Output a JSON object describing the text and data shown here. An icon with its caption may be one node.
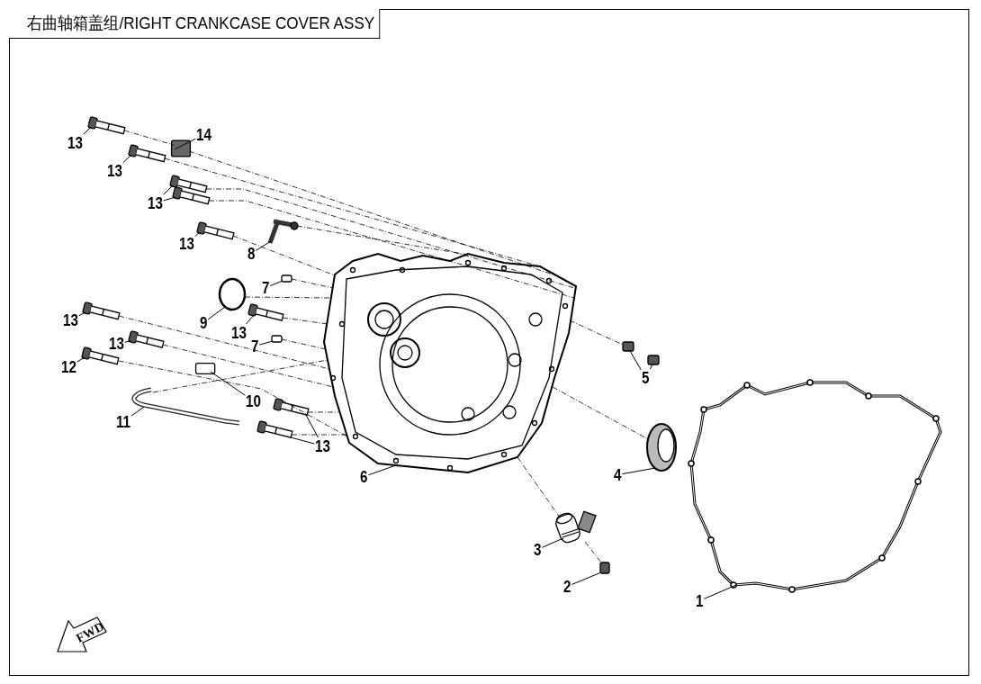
{
  "diagram": {
    "title": "右曲轴箱盖组/RIGHT CRANKCASE COVER ASSY",
    "nodes": [
      {
        "text": [
          "13"
        ]
      },
      {
        "text": [
          "14"
        ]
      },
      {
        "text": [
          "13"
        ]
      },
      {
        "text": [
          "13"
        ]
      },
      {
        "text": [
          "13"
        ]
      },
      {
        "text": [
          "8"
        ]
      },
      {
        "text": [
          "7"
        ]
      },
      {
        "text": [
          "9"
        ]
      },
      {
        "text": [
          "13"
        ]
      },
      {
        "text": [
          "13"
        ]
      },
      {
        "text": [
          "13"
        ]
      },
      {
        "text": [
          "7"
        ]
      },
      {
        "text": [
          "12"
        ]
      },
      {
        "text": [
          "10"
        ]
      },
      {
        "text": [
          "11"
        ]
      },
      {
        "text": [
          "5"
        ]
      },
      {
        "text": [
          "13"
        ]
      },
      {
        "text": [
          "4"
        ]
      },
      {
        "text": [
          "6"
        ]
      },
      {
        "text": [
          "3"
        ]
      },
      {
        "text": [
          "2"
        ]
      },
      {
        "text": [
          "1"
        ]
      },
      {
        "text": [
          "FWD"
        ]
      },
      {
        "text": [],
        "shape": "picture"
      },
      {
        "text": [],
        "shape": "box"
      },
      {
        "text": [],
        "shape": "picture"
      },
      {
        "text": [],
        "shape": "picture"
      },
      {
        "text": [],
        "shape": "picture"
      },
      {
        "text": [],
        "shape": "picture"
      },
      {
        "text": [],
        "shape": "picture"
      },
      {
        "text": [],
        "shape": "box"
      },
      {
        "text": [],
        "shape": "circle"
      },
      {
        "text": [],
        "shape": "picture"
      },
      {
        "text": [],
        "shape": "picture"
      },
      {
        "text": [],
        "shape": "picture"
      },
      {
        "text": [],
        "shape": "box"
      },
      {
        "text": [],
        "shape": "picture"
      },
      {
        "text": [],
        "shape": "box"
      },
      {
        "text": [],
        "shape": "picture"
      },
      {
        "text": [],
        "shape": "box"
      },
      {
        "text": [],
        "shape": "box"
      },
      {
        "text": [],
        "shape": "picture"
      },
      {
        "text": [],
        "shape": "picture"
      },
      {
        "text": [],
        "shape": "picture"
      },
      {
        "text": [],
        "shape": "picture"
      },
      {
        "text": [],
        "shape": "picture"
      },
      {
        "text": [],
        "shape": "box"
      },
      {
        "text": [],
        "shape": "picture"
      }
    ],
    "edges": [
      {
        "from": 0,
        "to": 23,
        "arrow": "none"
      },
      {
        "from": 1,
        "to": 24,
        "arrow": "none"
      },
      {
        "from": 2,
        "to": 25,
        "arrow": "none"
      },
      {
        "from": 3,
        "to": 26,
        "arrow": "none"
      },
      {
        "from": 3,
        "to": 27,
        "arrow": "none"
      },
      {
        "from": 4,
        "to": 28,
        "arrow": "none"
      },
      {
        "from": 5,
        "to": 29,
        "arrow": "none"
      },
      {
        "from": 6,
        "to": 30,
        "arrow": "none"
      },
      {
        "from": 7,
        "to": 31,
        "arrow": "none"
      },
      {
        "from": 8,
        "to": 32,
        "arrow": "none"
      },
      {
        "from": 9,
        "to": 33,
        "arrow": "none"
      },
      {
        "from": 10,
        "to": 34,
        "arrow": "none"
      },
      {
        "from": 11,
        "to": 35,
        "arrow": "none"
      },
      {
        "from": 12,
        "to": 36,
        "arrow": "none"
      },
      {
        "from": 13,
        "to": 37,
        "arrow": "none"
      },
      {
        "from": 14,
        "to": 38,
        "arrow": "none"
      },
      {
        "from": 15,
        "to": 39,
        "arrow": "none"
      },
      {
        "from": 15,
        "to": 40,
        "arrow": "none"
      },
      {
        "from": 16,
        "to": 41,
        "arrow": "none"
      },
      {
        "from": 16,
        "to": 42,
        "arrow": "none"
      },
      {
        "from": 17,
        "to": 43,
        "arrow": "none"
      },
      {
        "from": 18,
        "to": 44,
        "arrow": "none"
      },
      {
        "from": 19,
        "to": 45,
        "arrow": "none"
      },
      {
        "from": 20,
        "to": 46,
        "arrow": "none"
      },
      {
        "from": 21,
        "to": 47,
        "arrow": "none"
      },
      {
        "from": 23,
        "to": 24,
        "arrow": "none",
        "style": "dashed"
      },
      {
        "from": 25,
        "to": 44,
        "arrow": "none",
        "style": "dashed"
      },
      {
        "from": 24,
        "to": 44,
        "arrow": "none",
        "style": "dashed"
      },
      {
        "from": 26,
        "to": 44,
        "arrow": "none",
        "style": "dashed"
      },
      {
        "from": 27,
        "to": 44,
        "arrow": "none",
        "style": "dashed"
      },
      {
        "from": 28,
        "to": 44,
        "arrow": "none",
        "style": "dashed"
      },
      {
        "from": 29,
        "to": 44,
        "arrow": "none",
        "style": "dashed"
      },
      {
        "from": 30,
        "to": 44,
        "arrow": "none",
        "style": "dashed"
      },
      {
        "from": 31,
        "to": 44,
        "arrow": "none",
        "style": "dashed"
      },
      {
        "from": 33,
        "to": 44,
        "arrow": "none",
        "style": "dashed"
      },
      {
        "from": 35,
        "to": 44,
        "arrow": "none",
        "style": "dashed"
      },
      {
        "from": 32,
        "to": 44,
        "arrow": "none",
        "style": "dashed"
      },
      {
        "from": 34,
        "to": 44,
        "arrow": "none",
        "style": "dashed"
      },
      {
        "from": 36,
        "to": 44,
        "arrow": "none",
        "style": "dashed"
      },
      {
        "from": 38,
        "to": 44,
        "arrow": "none",
        "style": "dashed"
      },
      {
        "from": 41,
        "to": 44,
        "arrow": "none",
        "style": "dashed"
      },
      {
        "from": 42,
        "to": 44,
        "arrow": "none",
        "style": "dashed"
      },
      {
        "from": 44,
        "to": 39,
        "arrow": "none",
        "style": "dashed"
      },
      {
        "from": 44,
        "to": 43,
        "arrow": "none",
        "style": "dashed"
      },
      {
        "from": 44,
        "to": 45,
        "arrow": "none",
        "style": "dashed"
      },
      {
        "from": 45,
        "to": 46,
        "arrow": "none",
        "style": "dashed"
      }
    ]
  }
}
